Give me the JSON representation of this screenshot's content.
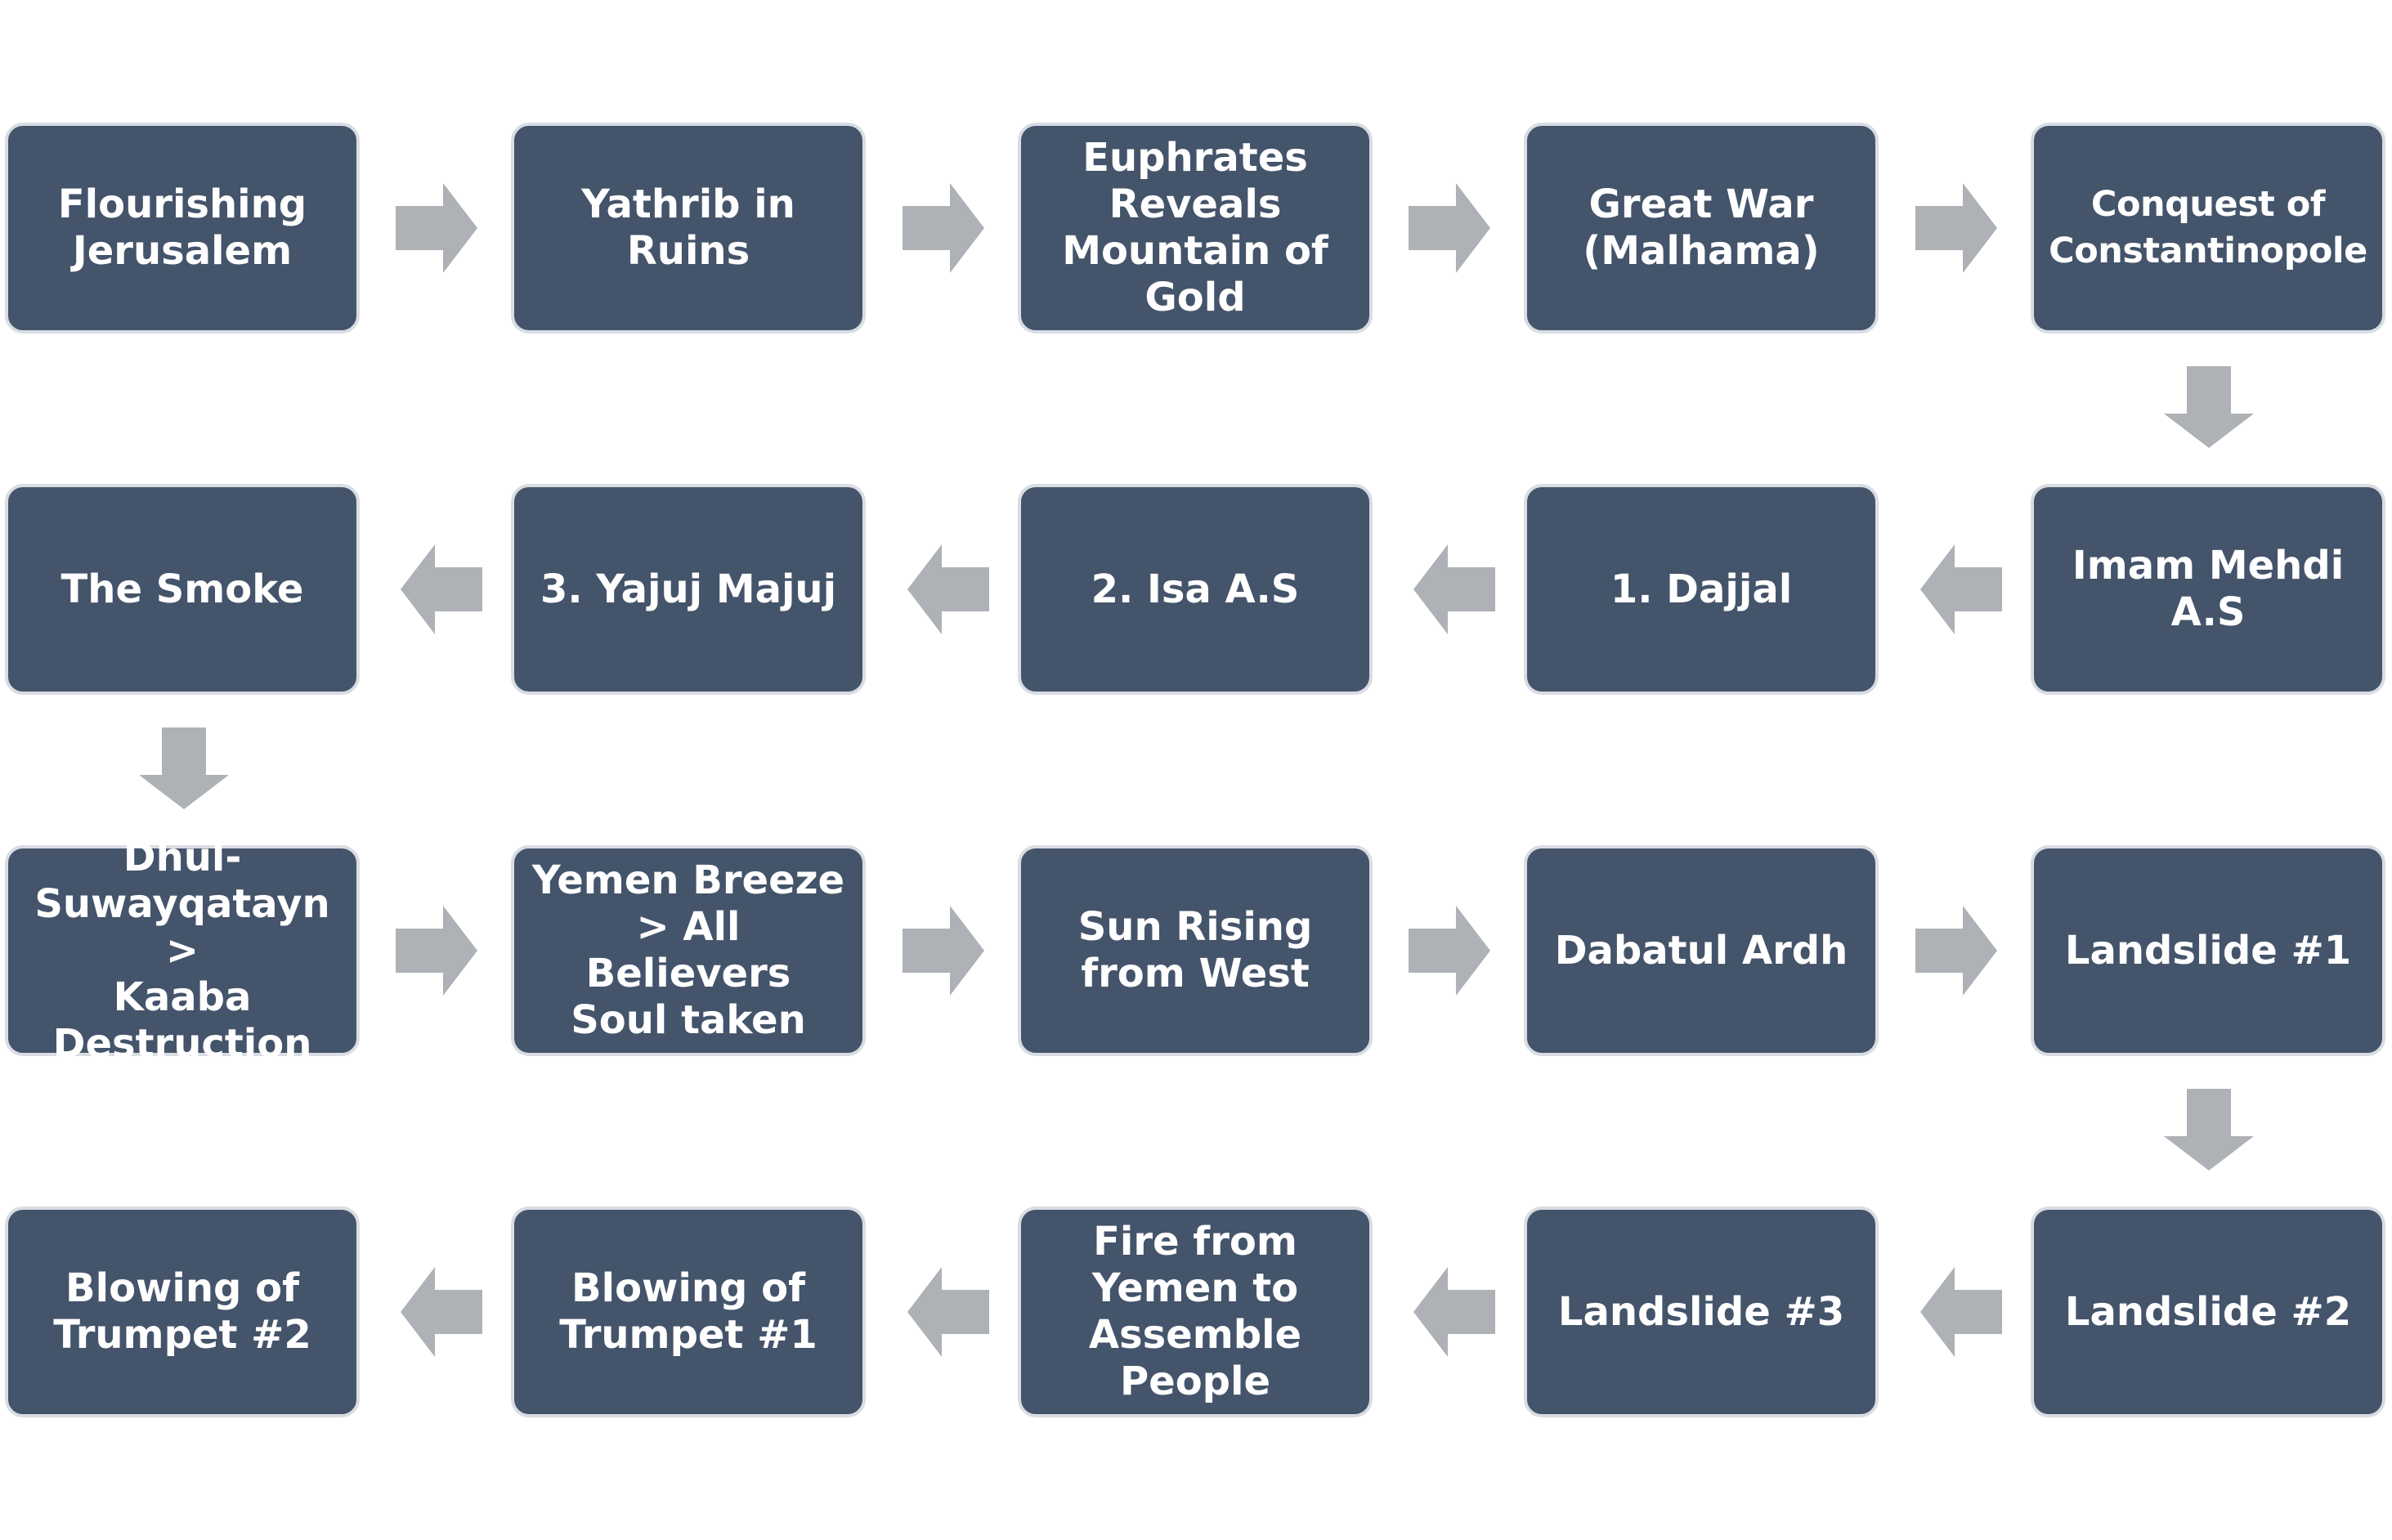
{
  "diagram": {
    "box_fill": "#44546a",
    "box_border": "#d9dde3",
    "arrow_color": "#aeb1b6",
    "text_color": "#ffffff",
    "rows": [
      {
        "items": [
          {
            "label": "Flourishing\nJerusalem"
          },
          {
            "label": "Yathrib in\nRuins"
          },
          {
            "label": "Euphrates\nReveals\nMountain of\nGold"
          },
          {
            "label": "Great War\n(Malhama)"
          },
          {
            "label": "Conquest of\nConstantinopole"
          }
        ]
      },
      {
        "items": [
          {
            "label": "The Smoke"
          },
          {
            "label": "3. Yajuj Majuj"
          },
          {
            "label": "2. Isa A.S"
          },
          {
            "label": "1. Dajjal"
          },
          {
            "label": "Imam Mehdi\nA.S"
          }
        ]
      },
      {
        "items": [
          {
            "label": "Dhul-\nSuwayqatayn >\nKaaba\nDestruction"
          },
          {
            "label": "Yemen Breeze\n> All Believers\nSoul taken"
          },
          {
            "label": "Sun Rising\nfrom West"
          },
          {
            "label": "Dabatul Ardh"
          },
          {
            "label": "Landslide #1"
          }
        ]
      },
      {
        "items": [
          {
            "label": "Blowing of\nTrumpet #2"
          },
          {
            "label": "Blowing of\nTrumpet #1"
          },
          {
            "label": "Fire from\nYemen to\nAssemble\nPeople"
          },
          {
            "label": "Landslide #3"
          },
          {
            "label": "Landslide #2"
          }
        ]
      }
    ]
  }
}
